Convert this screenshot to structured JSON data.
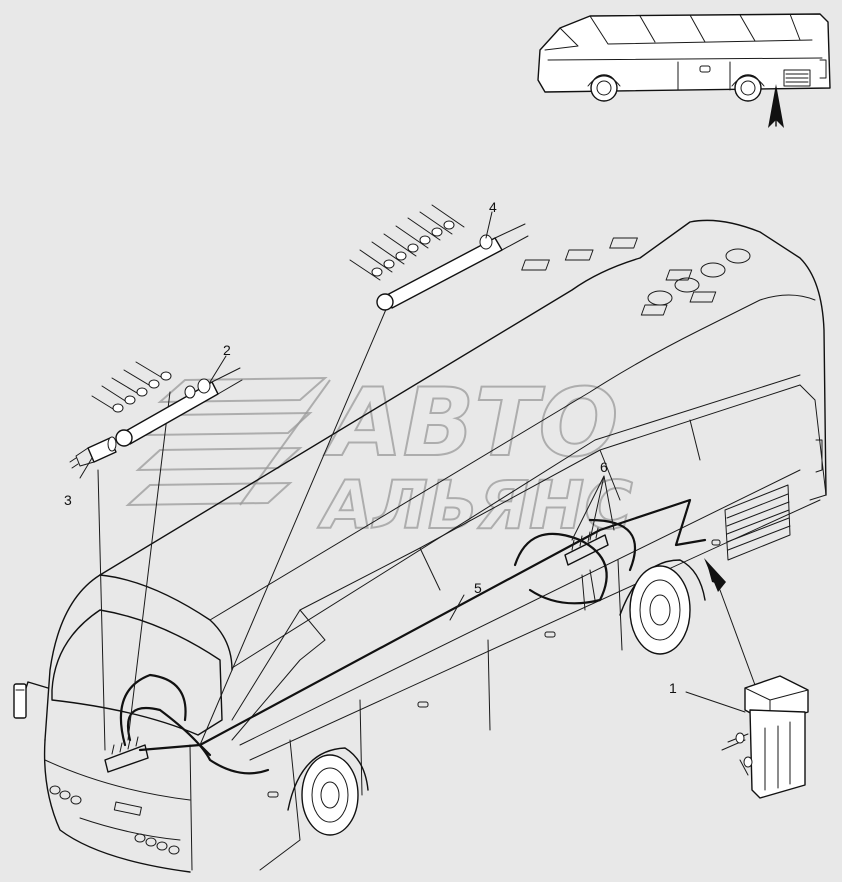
{
  "callouts": [
    {
      "id": "1",
      "label": "1"
    },
    {
      "id": "2",
      "label": "2"
    },
    {
      "id": "3",
      "label": "3"
    },
    {
      "id": "4",
      "label": "4"
    },
    {
      "id": "5",
      "label": "5"
    },
    {
      "id": "6",
      "label": "6"
    }
  ],
  "watermark": {
    "line1": "АВТО",
    "line2": "АЛЬЯНС"
  },
  "colors": {
    "background": "#e8e8e8",
    "line": "#111111",
    "watermark": "#9a9a9a"
  }
}
